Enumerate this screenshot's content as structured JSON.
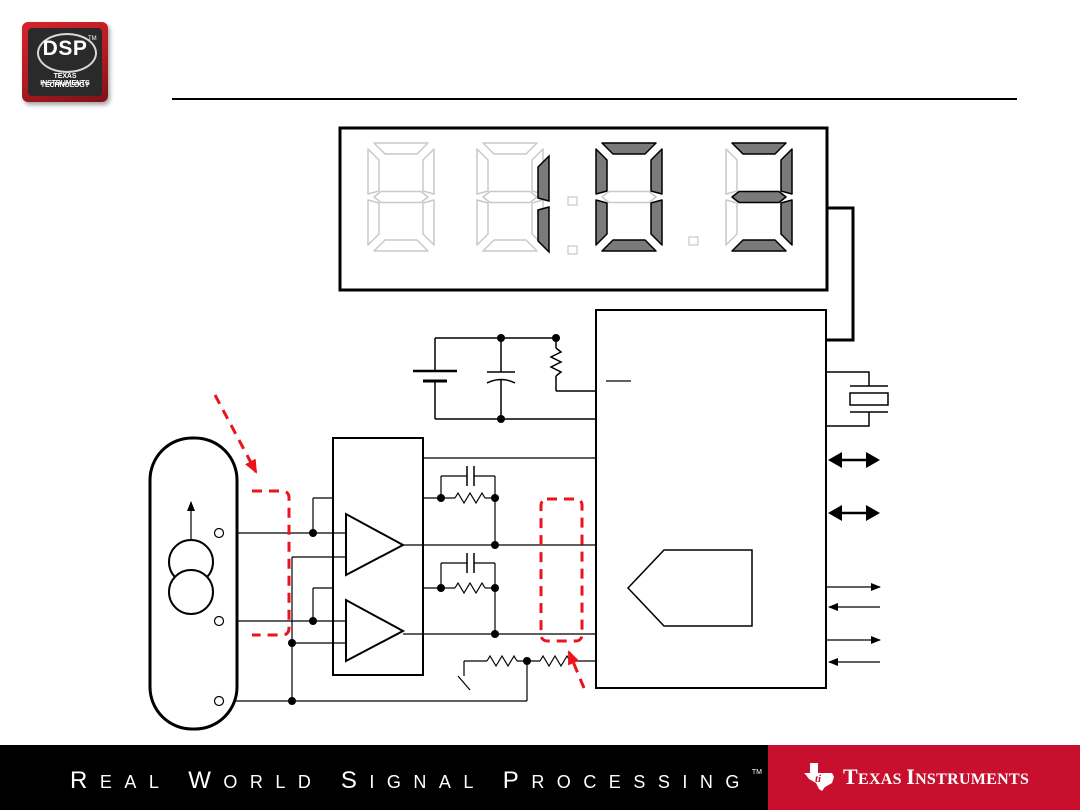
{
  "slide": {
    "title": "",
    "logo": {
      "brand": "DSP",
      "tm": "TM",
      "line1": "TEXAS INSTRUMENTS",
      "line2": "TECHNOLOGY"
    }
  },
  "display": {
    "digits": [
      "blank",
      "blank",
      "1",
      "0",
      "3"
    ],
    "lit_color": "#7a7a7a",
    "unlit_color": "#eaeaea"
  },
  "footer": {
    "tagline_words": [
      "REAL",
      "WORLD",
      "SIGNAL",
      "PROCESSING"
    ],
    "tagline_tm": "TM",
    "ti_words": [
      "TEXAS",
      "INSTRUMENTS"
    ],
    "band_color": "#c8102e"
  },
  "colors": {
    "wire": "#000000",
    "highlight": "#e8151b"
  }
}
